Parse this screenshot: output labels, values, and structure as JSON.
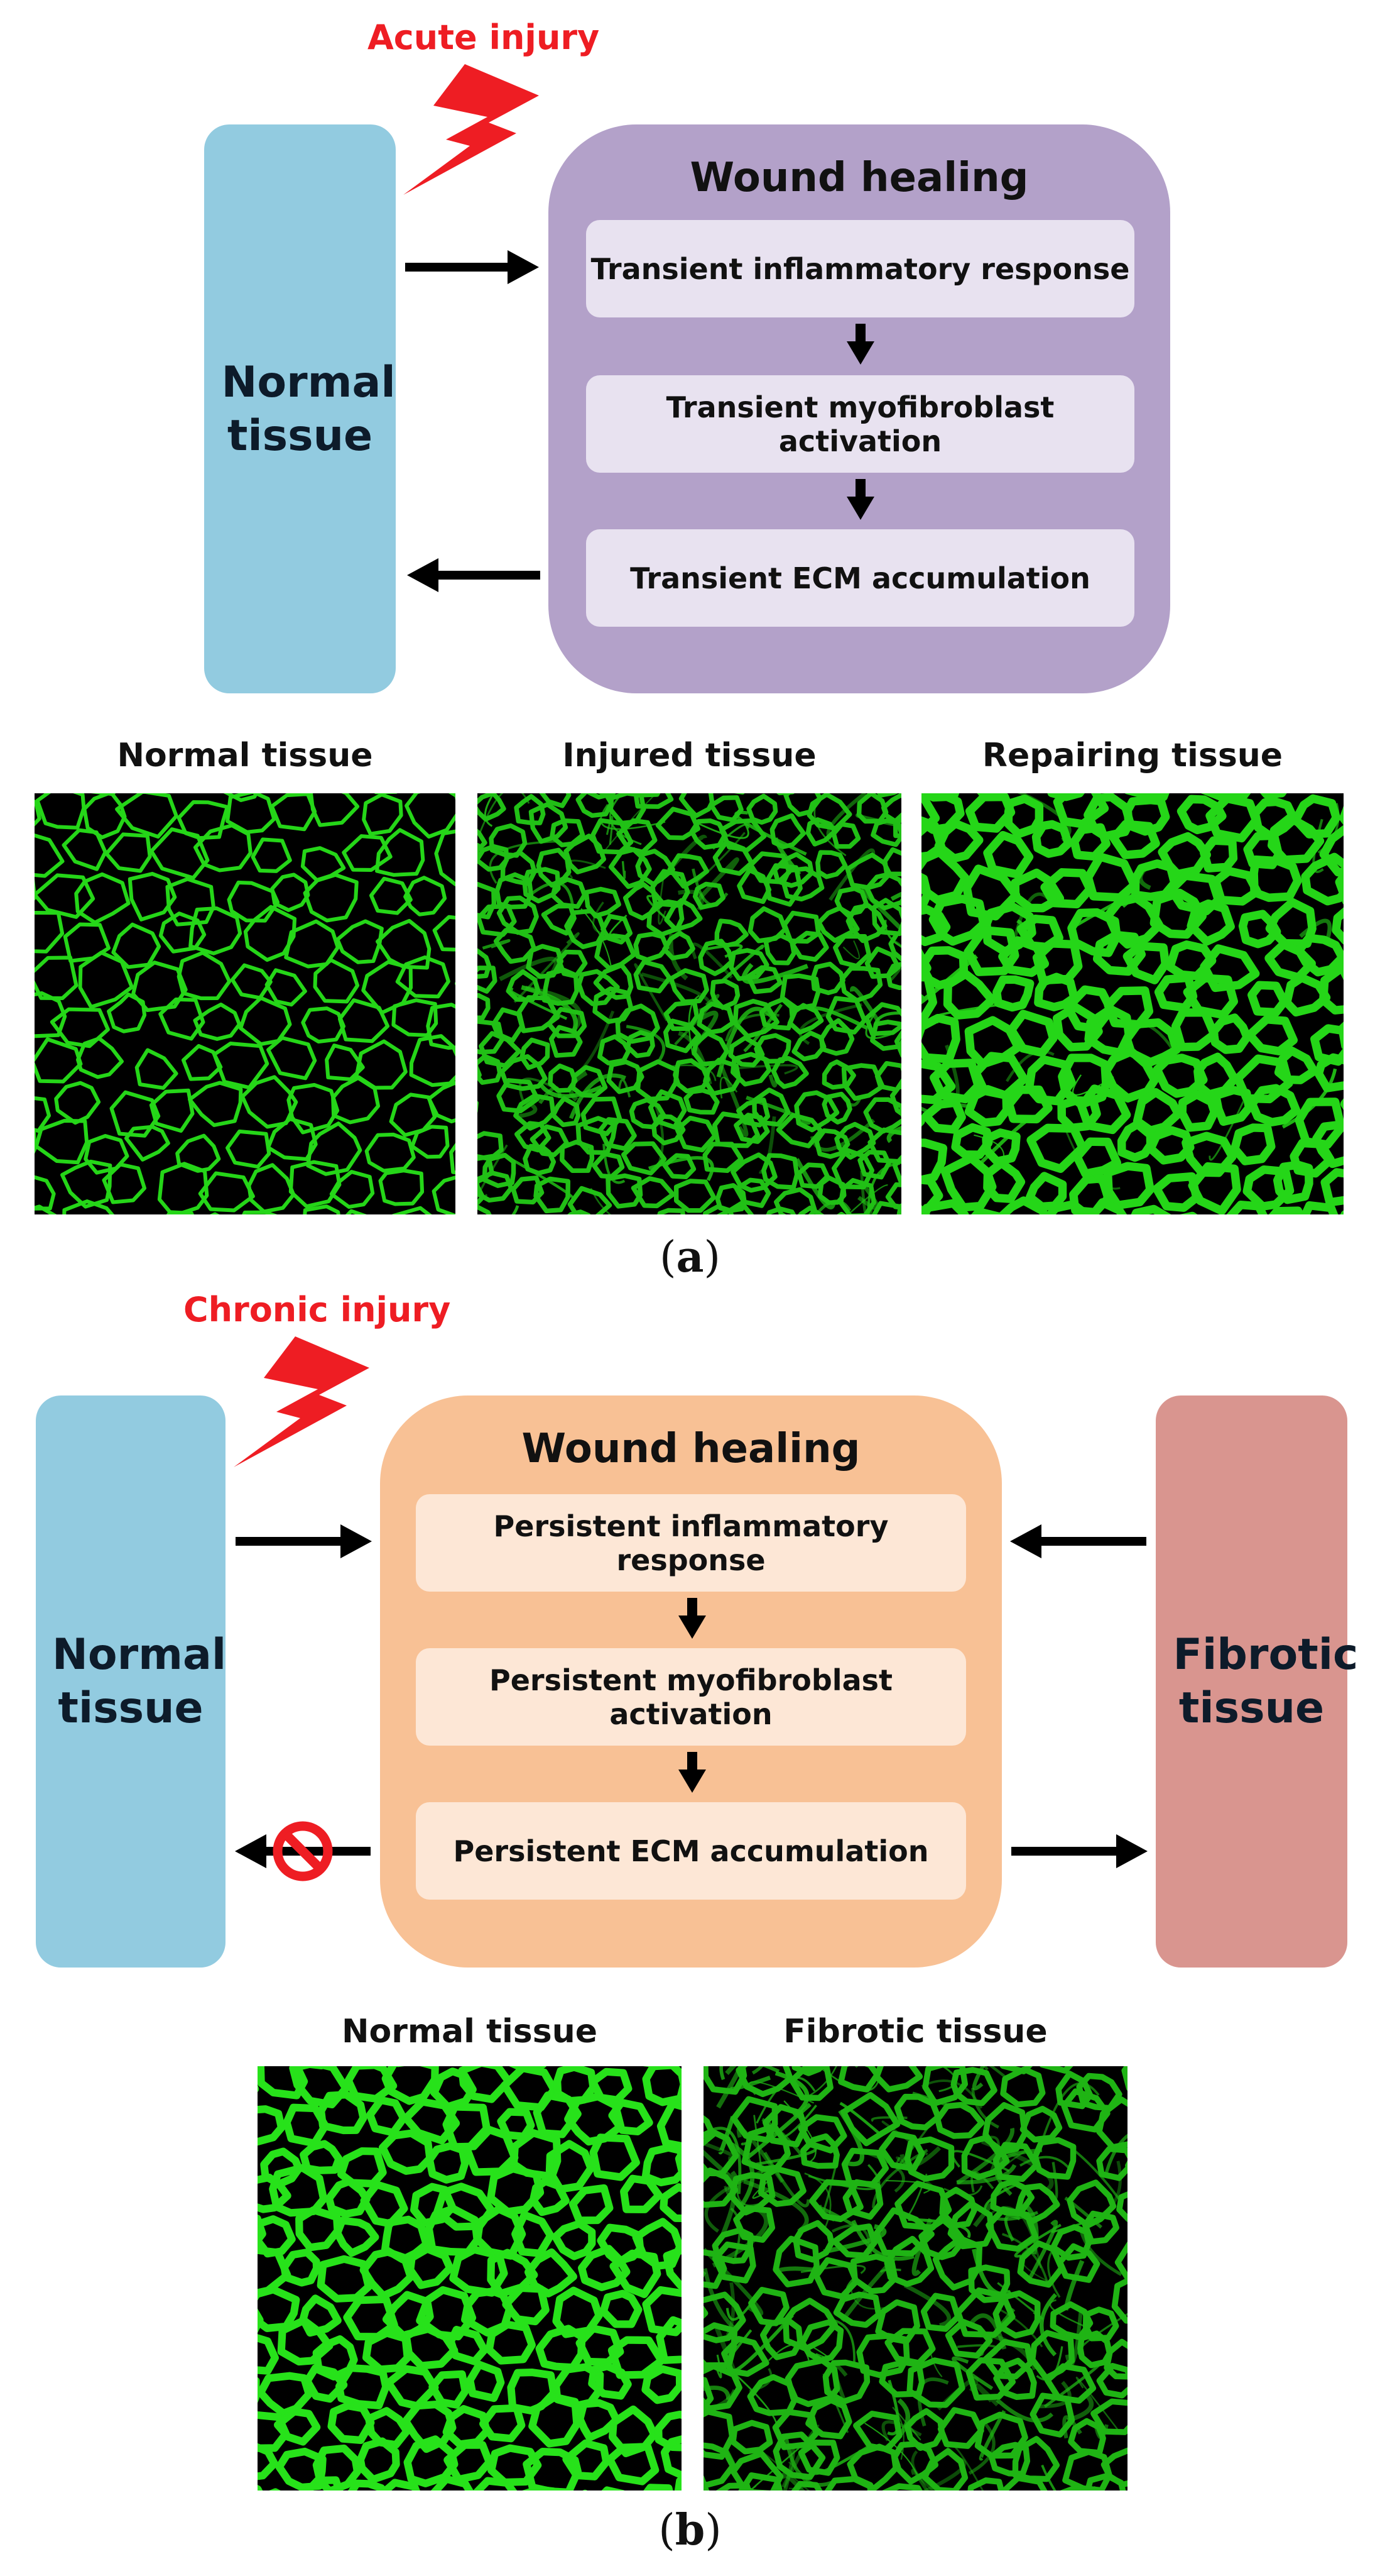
{
  "panel_a": {
    "injury_label": "Acute injury",
    "normal_tissue": "Normal tissue",
    "wound_healing_title": "Wound healing",
    "steps": [
      "Transient inflammatory response",
      "Transient myofibroblast activation",
      "Transient ECM accumulation"
    ],
    "images": [
      "Normal tissue",
      "Injured tissue",
      "Repairing tissue"
    ],
    "caption_letter": "a"
  },
  "panel_b": {
    "injury_label": "Chronic injury",
    "normal_tissue": "Normal tissue",
    "fibrotic_tissue": "Fibrotic tissue",
    "wound_healing_title": "Wound healing",
    "steps": [
      "Persistent inflammatory response",
      "Persistent myofibroblast activation",
      "Persistent ECM accumulation"
    ],
    "images": [
      "Normal tissue",
      "Fibrotic tissue"
    ],
    "caption_letter": "b"
  },
  "colors": {
    "normal_tissue": "#92cbe0",
    "fibrotic_tissue": "#d9958f",
    "wound_healing_a": "#b3a1c9",
    "wound_healing_b": "#f8c195",
    "injury": "#ee1d23",
    "micrograph_stain": "#27e21a"
  },
  "icons": {
    "injury": "lightning-bolt-icon",
    "blocked": "prohibited-icon"
  }
}
